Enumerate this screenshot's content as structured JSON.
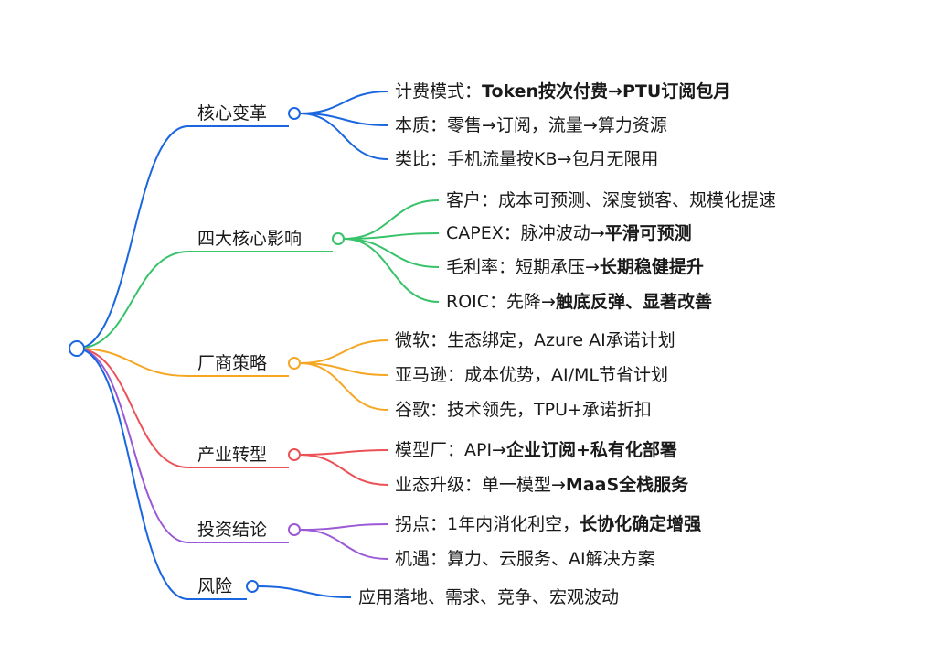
{
  "colors": {
    "blue": "#1a66e0",
    "green": "#38c26a",
    "orange": "#f5a623",
    "red": "#ea5257",
    "purple": "#9b59d6",
    "text": "#1a1a1a"
  },
  "branches": [
    {
      "label": "核心变革",
      "color": "blue",
      "items": [
        {
          "parts": [
            {
              "t": "计费模式："
            },
            {
              "t": "Token按次付费→PTU订阅包月",
              "b": true
            }
          ]
        },
        {
          "parts": [
            {
              "t": "本质：零售→订阅，流量→算力资源"
            }
          ]
        },
        {
          "parts": [
            {
              "t": "类比：手机流量按KB→包月无限用"
            }
          ]
        }
      ]
    },
    {
      "label": "四大核心影响",
      "color": "green",
      "items": [
        {
          "parts": [
            {
              "t": "客户：成本可预测、深度锁客、规模化提速"
            }
          ]
        },
        {
          "parts": [
            {
              "t": "CAPEX：脉冲波动→"
            },
            {
              "t": "平滑可预测",
              "b": true
            }
          ]
        },
        {
          "parts": [
            {
              "t": "毛利率：短期承压→"
            },
            {
              "t": "长期稳健提升",
              "b": true
            }
          ]
        },
        {
          "parts": [
            {
              "t": "ROIC：先降→"
            },
            {
              "t": "触底反弹、显著改善",
              "b": true
            }
          ]
        }
      ]
    },
    {
      "label": "厂商策略",
      "color": "orange",
      "items": [
        {
          "parts": [
            {
              "t": "微软：生态绑定，Azure AI承诺计划"
            }
          ]
        },
        {
          "parts": [
            {
              "t": "亚马逊：成本优势，AI/ML节省计划"
            }
          ]
        },
        {
          "parts": [
            {
              "t": "谷歌：技术领先，TPU+承诺折扣"
            }
          ]
        }
      ]
    },
    {
      "label": "产业转型",
      "color": "red",
      "items": [
        {
          "parts": [
            {
              "t": "模型厂：API→"
            },
            {
              "t": "企业订阅+私有化部署",
              "b": true
            }
          ]
        },
        {
          "parts": [
            {
              "t": "业态升级：单一模型→"
            },
            {
              "t": "MaaS全栈服务",
              "b": true
            }
          ]
        }
      ]
    },
    {
      "label": "投资结论",
      "color": "purple",
      "items": [
        {
          "parts": [
            {
              "t": "拐点：1年内消化利空，"
            },
            {
              "t": "长协化确定增强",
              "b": true
            }
          ]
        },
        {
          "parts": [
            {
              "t": "机遇：算力、云服务、AI解决方案"
            }
          ]
        }
      ]
    },
    {
      "label": "风险",
      "color": "blue",
      "items": [
        {
          "parts": [
            {
              "t": "应用落地、需求、竞争、宏观波动"
            }
          ]
        }
      ]
    }
  ]
}
